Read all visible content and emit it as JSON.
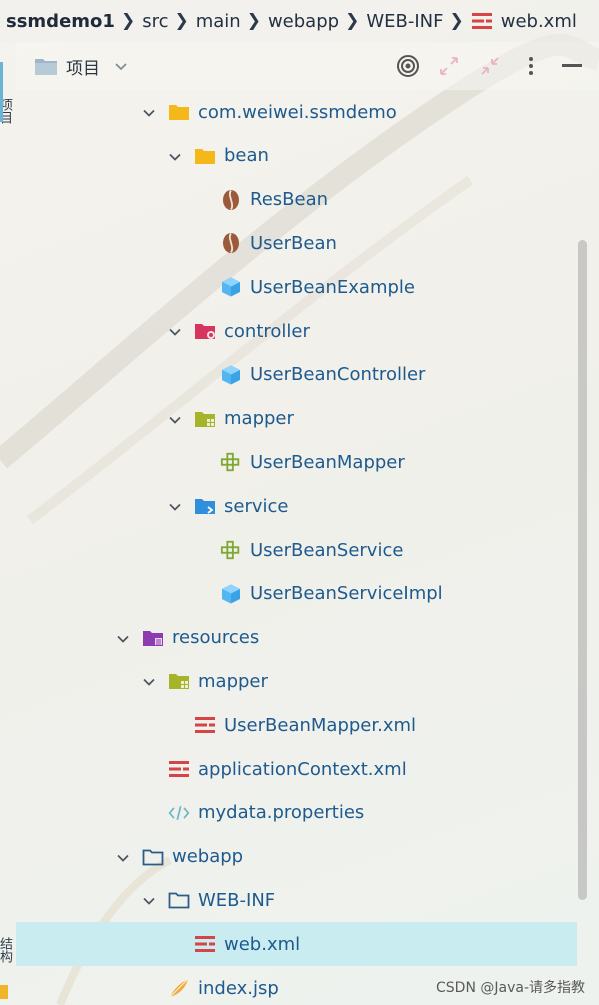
{
  "breadcrumb": [
    "ssmdemo1",
    "src",
    "main",
    "webapp",
    "WEB-INF",
    "web.xml"
  ],
  "rail": {
    "top_tab": "项目",
    "bottom_tab": "结构"
  },
  "panel": {
    "title": "项目"
  },
  "tree": [
    {
      "label": "com.weiwei.ssmdemo",
      "depth": 3,
      "arrow": "expanded",
      "icon": "package-folder-icon"
    },
    {
      "label": "bean",
      "depth": 4,
      "arrow": "expanded",
      "icon": "package-folder-icon"
    },
    {
      "label": "ResBean",
      "depth": 5,
      "arrow": "none",
      "icon": "bean-icon"
    },
    {
      "label": "UserBean",
      "depth": 5,
      "arrow": "none",
      "icon": "bean-icon"
    },
    {
      "label": "UserBeanExample",
      "depth": 5,
      "arrow": "none",
      "icon": "class-cube-icon"
    },
    {
      "label": "controller",
      "depth": 4,
      "arrow": "expanded",
      "icon": "controller-folder-icon"
    },
    {
      "label": "UserBeanController",
      "depth": 5,
      "arrow": "none",
      "icon": "class-cube-icon"
    },
    {
      "label": "mapper",
      "depth": 4,
      "arrow": "expanded",
      "icon": "mapper-folder-icon"
    },
    {
      "label": "UserBeanMapper",
      "depth": 5,
      "arrow": "none",
      "icon": "interface-grid-icon"
    },
    {
      "label": "service",
      "depth": 4,
      "arrow": "expanded",
      "icon": "service-folder-icon"
    },
    {
      "label": "UserBeanService",
      "depth": 5,
      "arrow": "none",
      "icon": "interface-grid-icon"
    },
    {
      "label": "UserBeanServiceImpl",
      "depth": 5,
      "arrow": "none",
      "icon": "class-cube-icon"
    },
    {
      "label": "resources",
      "depth": 2,
      "arrow": "expanded",
      "icon": "resources-folder-icon"
    },
    {
      "label": "mapper",
      "depth": 3,
      "arrow": "expanded",
      "icon": "mapper-folder-icon"
    },
    {
      "label": "UserBeanMapper.xml",
      "depth": 4,
      "arrow": "none",
      "icon": "xml-file-icon"
    },
    {
      "label": "applicationContext.xml",
      "depth": 3,
      "arrow": "none",
      "icon": "xml-file-icon"
    },
    {
      "label": "mydata.properties",
      "depth": 3,
      "arrow": "none",
      "icon": "properties-file-icon"
    },
    {
      "label": "webapp",
      "depth": 2,
      "arrow": "expanded",
      "icon": "web-folder-icon"
    },
    {
      "label": "WEB-INF",
      "depth": 3,
      "arrow": "expanded",
      "icon": "web-folder-icon"
    },
    {
      "label": "web.xml",
      "depth": 4,
      "arrow": "none",
      "icon": "xml-file-icon",
      "selected": true
    },
    {
      "label": "index.jsp",
      "depth": 3,
      "arrow": "none",
      "icon": "jsp-file-icon"
    }
  ],
  "watermark": "CSDN @Java-请多指教",
  "colors": {
    "label": "#1e5a8e",
    "selection": "#c9ecf1",
    "package_folder": "#f5b81b",
    "controller_folder": "#d6365e",
    "mapper_folder": "#a6b42a",
    "service_folder": "#2f8fdc",
    "resources_folder": "#8e3ab0",
    "xml_icon": "#d64545"
  }
}
